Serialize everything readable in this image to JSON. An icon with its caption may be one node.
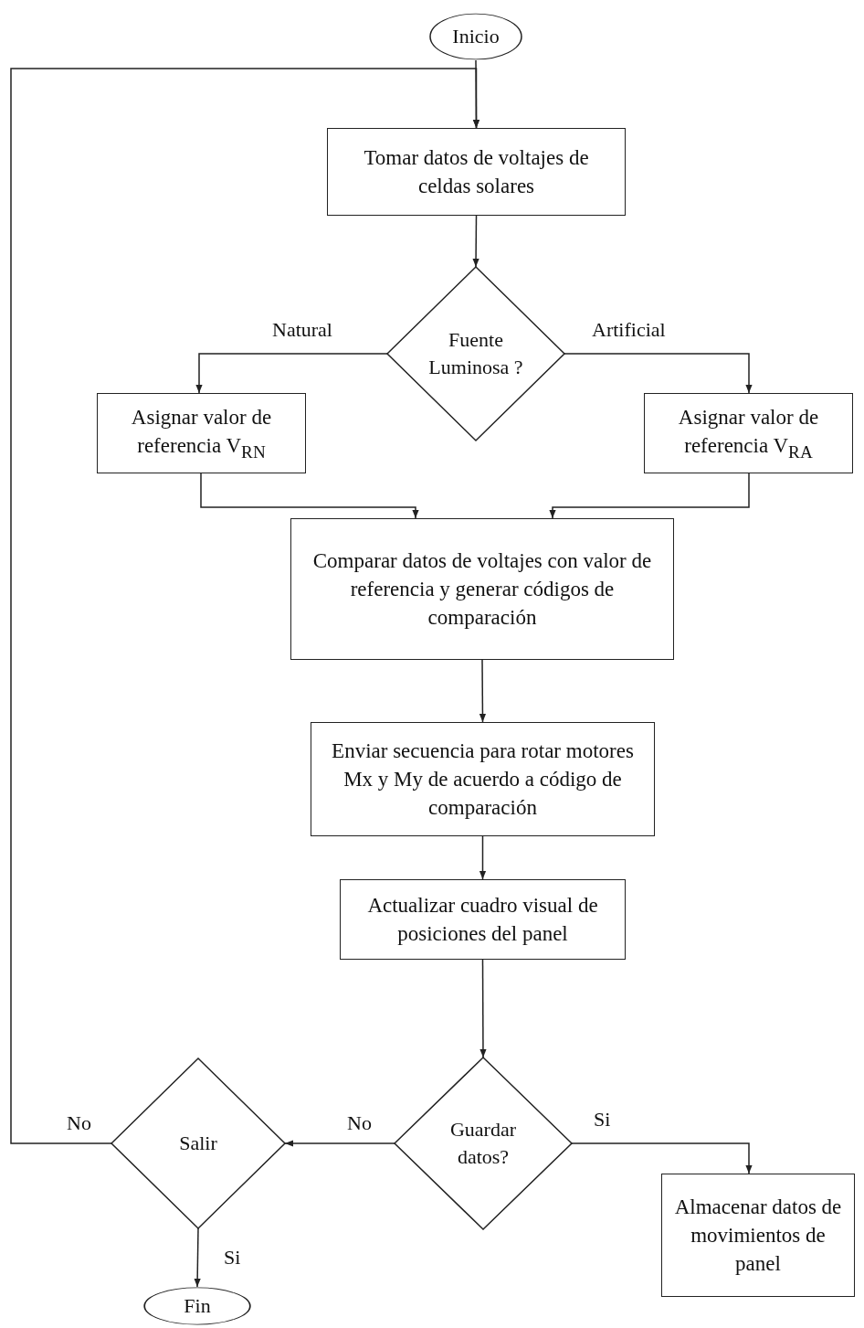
{
  "diagram": {
    "nodes": [
      {
        "text": [
          "Inicio"
        ]
      },
      {
        "text": [
          "Tomar datos de voltajes de celdas solares"
        ]
      },
      {
        "text": [
          "Fuente Luminosa ?"
        ]
      },
      {
        "text": [
          "Asignar valor de referencia V$_{RN}$"
        ]
      },
      {
        "text": [
          "Asignar valor de referencia V$_{RA}$"
        ]
      },
      {
        "text": [
          "Comparar datos de voltajes con valor de referencia y generar códigos de comparación"
        ]
      },
      {
        "text": [
          "Enviar secuencia para rotar motores Mx y My de acuerdo a código de comparación"
        ]
      },
      {
        "text": [
          "Actualizar cuadro visual de posiciones del panel"
        ]
      },
      {
        "text": [
          "Guardar datos?"
        ]
      },
      {
        "text": [
          "Salir"
        ]
      },
      {
        "text": [
          "Almacenar datos de movimientos de panel"
        ]
      },
      {
        "text": [
          "Fin"
        ]
      }
    ],
    "edges": [
      {
        "from": 0,
        "to": 1,
        "arrow": "to"
      },
      {
        "from": 1,
        "to": 2,
        "arrow": "to"
      },
      {
        "from": 2,
        "to": 3,
        "arrow": "to",
        "label": "Natural"
      },
      {
        "from": 2,
        "to": 4,
        "arrow": "to",
        "label": "Artificial"
      },
      {
        "from": 3,
        "to": 5,
        "arrow": "to"
      },
      {
        "from": 4,
        "to": 5,
        "arrow": "to"
      },
      {
        "from": 5,
        "to": 6,
        "arrow": "to"
      },
      {
        "from": 6,
        "to": 7,
        "arrow": "to"
      },
      {
        "from": 7,
        "to": 8,
        "arrow": "to"
      },
      {
        "from": 8,
        "to": 9,
        "arrow": "to",
        "label": "No"
      },
      {
        "from": 8,
        "to": 10,
        "arrow": "to",
        "label": "Si"
      },
      {
        "from": 9,
        "to": 11,
        "arrow": "to",
        "label": "Si"
      },
      {
        "from": 9,
        "to": 1,
        "arrow": "to",
        "label": "No"
      }
    ]
  }
}
